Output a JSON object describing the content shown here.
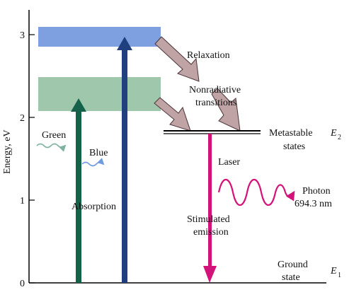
{
  "axis": {
    "label": "Energy, eV",
    "ticks": [
      "0",
      "1",
      "2",
      "3"
    ]
  },
  "labels": {
    "relaxation": "Relaxation",
    "nonradiative_line1": "Nonradiative",
    "nonradiative_line2": "transitions",
    "metastable_line1": "Metastable",
    "metastable_line2": "states",
    "e2_symbol": "E",
    "e2_subscript": "2",
    "green": "Green",
    "blue": "Blue",
    "laser": "Laser",
    "photon_line1": "Photon",
    "photon_line2": "694.3 nm",
    "absorption": "Absorption",
    "stimulated_line1": "Stimulated",
    "stimulated_line2": "emission",
    "ground_line1": "Ground",
    "ground_line2": "state",
    "e1_symbol": "E",
    "e1_subscript": "1"
  },
  "colors": {
    "blue_band": "#7E9FE0",
    "green_band": "#9FC7AC",
    "green_arrow": "#15624A",
    "blue_arrow": "#1F3F7E",
    "laser": "#D4137A",
    "relax_arrow": "#BFA3A5",
    "relax_stroke": "#4A3438",
    "green_wave": "#7FB3A0",
    "blue_wave": "#6F9BE0",
    "axis": "#000000"
  }
}
